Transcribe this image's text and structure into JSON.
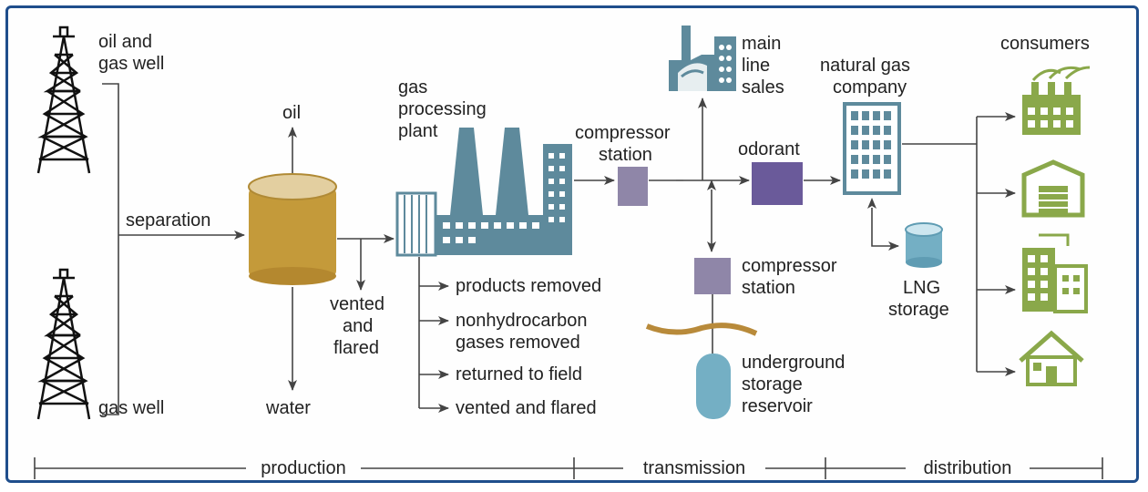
{
  "labels": {
    "oil_gas_well_1": "oil and",
    "oil_gas_well_2": "gas well",
    "gas_well": "gas well",
    "separation": "separation",
    "oil": "oil",
    "water": "water",
    "vented_1": "vented",
    "vented_2": "and",
    "vented_3": "flared",
    "gas_plant_1": "gas",
    "gas_plant_2": "processing",
    "gas_plant_3": "plant",
    "products_removed": "products removed",
    "nonhydro_1": "nonhydrocarbon",
    "nonhydro_2": "gases removed",
    "returned": "returned to field",
    "vented_flared": "vented and flared",
    "compressor_1a": "compressor",
    "compressor_1b": "station",
    "main_line_1": "main",
    "main_line_2": "line",
    "main_line_3": "sales",
    "odorant": "odorant",
    "compressor_2a": "compressor",
    "compressor_2b": "station",
    "underground_1": "underground",
    "underground_2": "storage",
    "underground_3": "reservoir",
    "nat_gas_1": "natural gas",
    "nat_gas_2": "company",
    "lng_1": "LNG",
    "lng_2": "storage",
    "consumers": "consumers"
  },
  "phases": {
    "production": "production",
    "transmission": "transmission",
    "distribution": "distribution"
  },
  "colors": {
    "frame": "#1f4e8c",
    "plant": "#5e8a9c",
    "tank": "#c49a3a",
    "compressor": "#8f86a8",
    "odorant": "#6a5a9a",
    "reservoir": "#74afc4",
    "consumer": "#8aa84a",
    "pipeline": "#b88a3a"
  }
}
